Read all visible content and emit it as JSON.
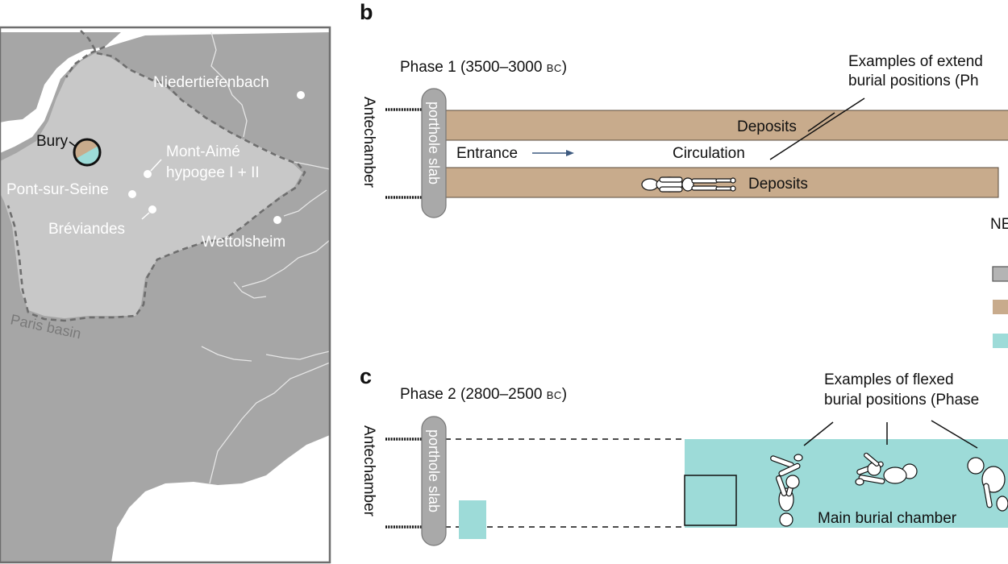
{
  "colors": {
    "land": "#c8c8c8",
    "neighbour": "#a6a6a6",
    "sea": "#ffffff",
    "border": "#6e6e6e",
    "site": "#ffffff",
    "deposits": "#c8ab8c",
    "teal": "#9ddbd8",
    "grey_key": "#b4b4b4",
    "slab": "#a9a9a9",
    "arrow": "#3d5a80"
  },
  "map": {
    "bury_label": "Bury",
    "basin_label": "Paris basin",
    "sites": [
      {
        "name": "Niedertiefenbach"
      },
      {
        "name": "Mont-Aimé hypogee I + II",
        "line1": "Mont-Aimé",
        "line2": "hypogee I + II"
      },
      {
        "name": "Pont-sur-Seine"
      },
      {
        "name": "Bréviandes"
      },
      {
        "name": "Wettolsheim"
      }
    ]
  },
  "panel_b": {
    "letter": "b",
    "phase_label": "Phase 1 (3500–3000",
    "phase_era": "BC",
    "phase_close": ")",
    "antechamber": "Antechamber",
    "slab": "porthole slab",
    "deposits_top": "Deposits",
    "deposits_bottom": "Deposits",
    "entrance": "Entrance",
    "circulation": "Circulation",
    "examples_line1": "Examples of extend",
    "examples_line2": "burial positions (Ph",
    "ne_label": "NE",
    "legend_swatches": [
      "grey",
      "deposits",
      "teal"
    ]
  },
  "panel_c": {
    "letter": "c",
    "phase_label": "Phase 2  (2800–2500",
    "phase_era": "BC",
    "phase_close": ")",
    "antechamber": "Antechamber",
    "slab": "porthole slab",
    "examples_line1": "Examples of flexed",
    "examples_line2": "burial positions (Phase",
    "chamber_label": "Main burial chamber"
  }
}
